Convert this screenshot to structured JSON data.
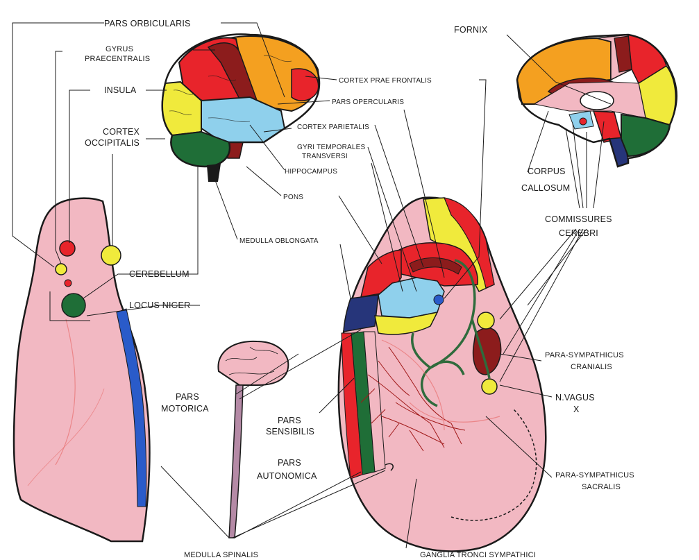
{
  "labels": {
    "pars_orbicularis": "PARS ORBICULARIS",
    "gyrus_1": "GYRUS",
    "gyrus_2": "PRAECENTRALIS",
    "insula": "INSULA",
    "cortex_occ_1": "CORTEX",
    "cortex_occ_2": "OCCIPITALIS",
    "cortex_prae_frontalis": "CORTEX PRAE FRONTALIS",
    "pars_opercularis": "PARS OPERCULARIS",
    "cortex_parietalis": "CORTEX PARIETALIS",
    "gyri_temp_1": "GYRI TEMPORALES",
    "gyri_temp_2": "TRANSVERSI",
    "hippocampus": "HIPPOCAMPUS",
    "pons": "PONS",
    "medulla_oblongata": "MEDULLA OBLONGATA",
    "cerebellum": "CEREBELLUM",
    "locus_niger": "LOCUS NIGER",
    "fornix": "FORNIX",
    "corpus_1": "CORPUS",
    "corpus_2": "CALLOSUM",
    "commissures_1": "COMMISSURES",
    "commissures_2": "CEREBRI",
    "pars_motorica_1": "PARS",
    "pars_motorica_2": "MOTORICA",
    "pars_sensibilis_1": "PARS",
    "pars_sensibilis_2": "SENSIBILIS",
    "pars_autonomica_1": "PARS",
    "pars_autonomica_2": "AUTONOMICA",
    "para_cranialis_1": "PARA-SYMPATHICUS",
    "para_cranialis_2": "CRANIALIS",
    "n_vagus_1": "N.VAGUS",
    "n_vagus_2": "X",
    "para_sacralis_1": "PARA-SYMPATHICUS",
    "para_sacralis_2": "SACRALIS",
    "medulla_spinalis": "MEDULLA SPINALIS",
    "ganglia": "GANGLIA TRONCI SYMPATHICI"
  },
  "colors": {
    "pink": "#f2b8c2",
    "red": "#e8242b",
    "dark_red": "#8c1c1c",
    "orange": "#f4a020",
    "yellow": "#f0ea3c",
    "light_blue": "#8fd0ec",
    "dark_green": "#1f6e37",
    "navy": "#26357a",
    "blue_stripe": "#2a5bc9",
    "outline": "#1a1a1a"
  }
}
